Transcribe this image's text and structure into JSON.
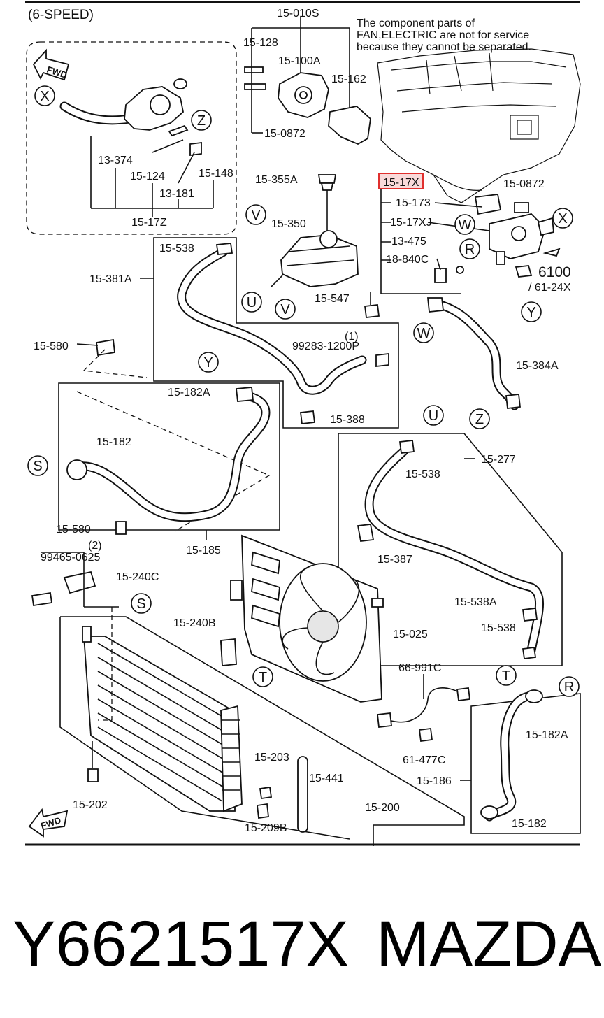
{
  "header": {
    "variant": "(6-SPEED)",
    "note_lines": [
      "The component parts of",
      "FAN,ELECTRIC are not for service",
      "because they cannot be separated."
    ]
  },
  "fwd_label": "FWD",
  "highlight": {
    "label": "15-17X",
    "border_color": "#e0302e",
    "fill_color": "#f9dada"
  },
  "labels": {
    "l_15_010s": "15-010S",
    "l_15_128": "15-128",
    "l_15_100a": "15-100A",
    "l_15_162": "15-162",
    "l_15_0872_a": "15-0872",
    "l_13_374": "13-374",
    "l_15_124": "15-124",
    "l_13_181": "13-181",
    "l_15_148": "15-148",
    "l_15_17z": "15-17Z",
    "l_15_355a": "15-355A",
    "l_15_350": "15-350",
    "l_15_538_a": "15-538",
    "l_15_381a": "15-381A",
    "l_15_0872_b": "15-0872",
    "l_15_173": "15-173",
    "l_15_17xj": "15-17XJ",
    "l_13_475": "13-475",
    "l_18_840c": "18-840C",
    "l_6100": "6100",
    "l_61_24x": "/ 61-24X",
    "l_15_547": "15-547",
    "l_15_580_a": "15-580",
    "l_1_a": "(1)",
    "l_99283": "99283-1200P",
    "l_15_384a": "15-384A",
    "l_15_182a_a": "15-182A",
    "l_15_388": "15-388",
    "l_15_182_a": "15-182",
    "l_15_538_b": "15-538",
    "l_15_277": "15-277",
    "l_15_580_b": "15-580",
    "l_15_185": "15-185",
    "l_15_387": "15-387",
    "l_2": "(2)",
    "l_99465": "99465-0625",
    "l_15_240c": "15-240C",
    "l_15_538a": "15-538A",
    "l_15_538_c": "15-538",
    "l_15_240b": "15-240B",
    "l_15_025": "15-025",
    "l_66_991c": "66-991C",
    "l_61_477c": "61-477C",
    "l_15_182a_b": "15-182A",
    "l_15_203": "15-203",
    "l_15_441": "15-441",
    "l_15_186": "15-186",
    "l_15_202": "15-202",
    "l_15_200": "15-200",
    "l_15_209b": "15-209B",
    "l_15_182_b": "15-182"
  },
  "callouts": {
    "x_top": "X",
    "z_top": "Z",
    "v_top": "V",
    "w_right": "W",
    "x_right": "X",
    "r_right": "R",
    "u_mid": "U",
    "v_mid": "V",
    "y_right": "Y",
    "w_mid": "W",
    "y_left": "Y",
    "z_mid": "Z",
    "s_left": "S",
    "u_right": "U",
    "s_mid": "S",
    "t_mid": "T",
    "t_right": "T",
    "r_bottom": "R"
  },
  "footer": {
    "part_number": "Y6621517X",
    "brand": "MAZDA"
  }
}
